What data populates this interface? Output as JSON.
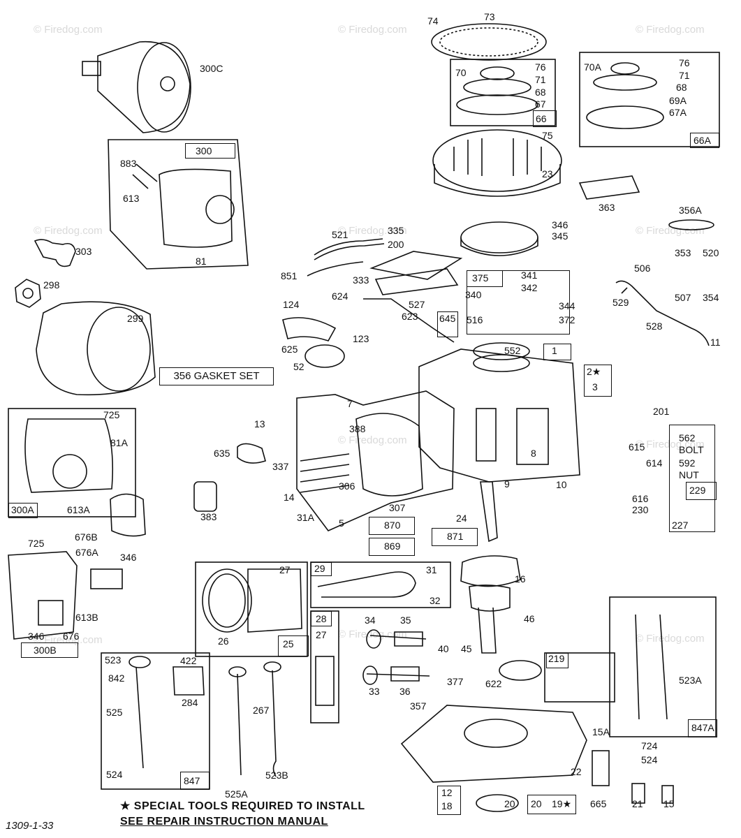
{
  "watermark": "© Firedog.com",
  "gasket_set": "356 GASKET SET",
  "footer": {
    "line1": "★ SPECIAL TOOLS REQUIRED TO INSTALL",
    "line2": "SEE REPAIR INSTRUCTION MANUAL"
  },
  "diagram_code": "1309-1-33",
  "labels": [
    "74",
    "73",
    "76",
    "70",
    "71",
    "68",
    "67",
    "66",
    "75",
    "23",
    "70A",
    "76",
    "71",
    "68",
    "69A",
    "67A",
    "66A",
    "300C",
    "300",
    "883",
    "613",
    "303",
    "81",
    "298",
    "299",
    "521",
    "335",
    "200",
    "851",
    "333",
    "346",
    "345",
    "363",
    "356A",
    "353",
    "520",
    "506",
    "507",
    "354",
    "529",
    "528",
    "11",
    "375",
    "341",
    "342",
    "340",
    "344",
    "516",
    "372",
    "527",
    "623",
    "645",
    "624",
    "124",
    "123",
    "625",
    "52",
    "552",
    "1",
    "2★",
    "3",
    "725",
    "81A",
    "300A",
    "613A",
    "13",
    "388",
    "7",
    "635",
    "337",
    "306",
    "8",
    "9",
    "10",
    "14",
    "5",
    "307",
    "31A",
    "383",
    "870",
    "869",
    "871",
    "24",
    "201",
    "562",
    "BOLT",
    "592",
    "NUT",
    "615",
    "614",
    "616",
    "230",
    "229",
    "227",
    "676B",
    "346",
    "725",
    "676A",
    "613B",
    "346",
    "676",
    "300B",
    "27",
    "26",
    "25",
    "29",
    "31",
    "32",
    "16",
    "28",
    "27",
    "34",
    "35",
    "46",
    "40",
    "45",
    "33",
    "36",
    "377",
    "622",
    "357",
    "219",
    "523",
    "422",
    "842",
    "284",
    "525",
    "267",
    "524",
    "847",
    "525A",
    "523B",
    "15A",
    "523A",
    "847A",
    "724",
    "524",
    "22",
    "12",
    "18",
    "20",
    "20",
    "19★",
    "665",
    "21",
    "15"
  ]
}
